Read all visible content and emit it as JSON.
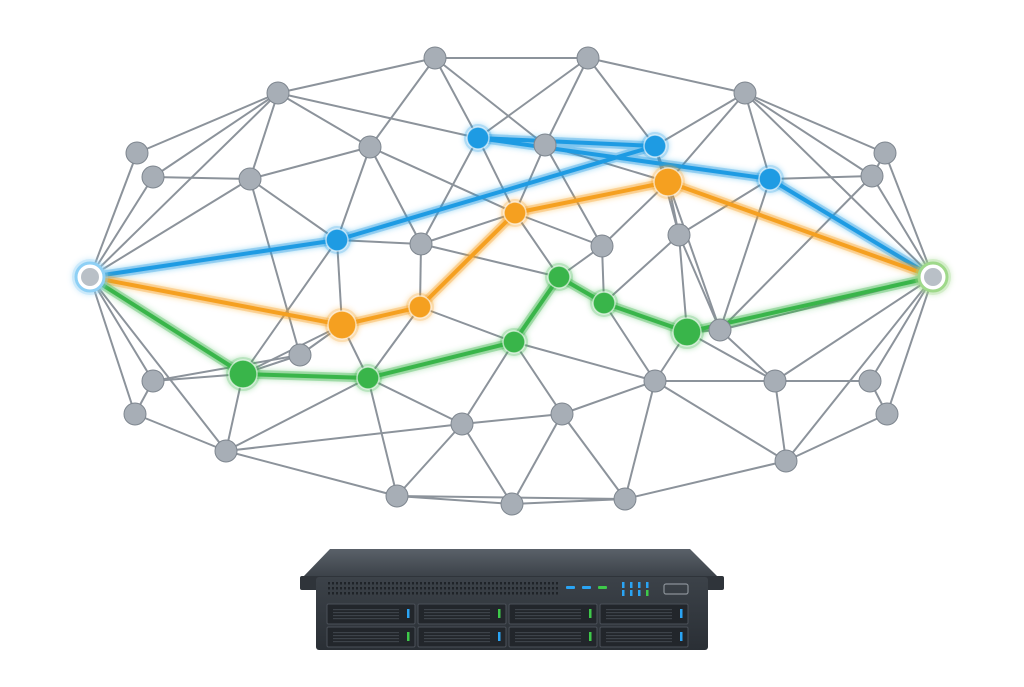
{
  "diagram": {
    "type": "network-routing",
    "edge_color": "#8c939b",
    "node_fill": "#a7aeb6",
    "node_stroke": "#7e868f",
    "nodes": [
      {
        "id": "src"
      },
      {
        "id": "dst"
      },
      {
        "id": "n1"
      },
      {
        "id": "n2"
      },
      {
        "id": "n3"
      },
      {
        "id": "n4"
      },
      {
        "id": "n5"
      },
      {
        "id": "n6"
      },
      {
        "id": "n7"
      },
      {
        "id": "n8"
      },
      {
        "id": "n9"
      },
      {
        "id": "n10"
      },
      {
        "id": "n11"
      },
      {
        "id": "n12"
      },
      {
        "id": "n13"
      },
      {
        "id": "n14"
      },
      {
        "id": "n15"
      },
      {
        "id": "n16"
      },
      {
        "id": "n17"
      },
      {
        "id": "n18"
      },
      {
        "id": "n19"
      },
      {
        "id": "n20"
      },
      {
        "id": "n21"
      },
      {
        "id": "n22"
      },
      {
        "id": "n23"
      },
      {
        "id": "n24"
      },
      {
        "id": "n25"
      },
      {
        "id": "n26"
      },
      {
        "id": "n27"
      },
      {
        "id": "n28"
      },
      {
        "id": "n29"
      },
      {
        "id": "n30"
      },
      {
        "id": "n31"
      },
      {
        "id": "n32"
      },
      {
        "id": "n33"
      },
      {
        "id": "n34"
      },
      {
        "id": "n35"
      },
      {
        "id": "n36"
      },
      {
        "id": "n37"
      },
      {
        "id": "n38"
      },
      {
        "id": "n39"
      },
      {
        "id": "n40"
      },
      {
        "id": "n41"
      },
      {
        "id": "n42"
      },
      {
        "id": "n43"
      }
    ],
    "paths": [
      {
        "color": "#1e9be3",
        "nodes": [
          "src",
          "n15",
          "n11",
          "n8",
          "n12",
          "dst"
        ]
      },
      {
        "color": "#f5a020",
        "nodes": [
          "src",
          "n17",
          "n18",
          "n14",
          "n13",
          "dst"
        ]
      },
      {
        "color": "#39b54a",
        "nodes": [
          "src",
          "n22",
          "n23",
          "n24",
          "n19",
          "n20",
          "n21",
          "dst"
        ]
      }
    ],
    "source_color": "#8ed0f5",
    "destination_color": "#9fd98a"
  },
  "server": {
    "body_color": "#3b4148",
    "led_blue": "#2aa4f4",
    "led_green": "#3ec94a",
    "bays": 8
  }
}
